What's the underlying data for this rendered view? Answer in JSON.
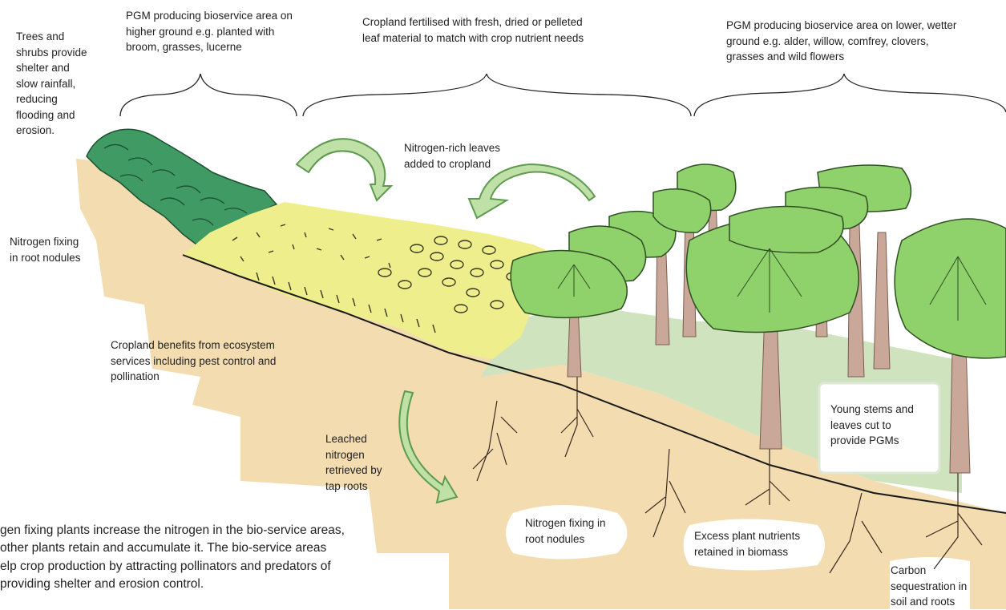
{
  "colors": {
    "soil": "#f2dcb0",
    "dark_hedge": "#3f9b63",
    "crop": "#eeef8c",
    "tree_light": "#8fd16a",
    "tree_pale": "#cfe3bf",
    "trunk": "#c9a89a",
    "arrow_fill": "#bfe0a6",
    "arrow_stroke": "#5e9b4f",
    "ink": "#222222"
  },
  "labels": {
    "trees_shelter": [
      "Trees and",
      "shrubs provide",
      "shelter and",
      "slow  rainfall,",
      "reducing",
      "flooding and",
      "erosion."
    ],
    "pgm_higher": [
      "PGM producing bioservice area on",
      "higher ground e.g. planted with",
      "broom, grasses, lucerne"
    ],
    "cropland_fertilised": [
      "Cropland fertilised with fresh, dried or pelleted",
      "leaf material to match with crop nutrient needs"
    ],
    "pgm_lower": [
      "PGM  producing bioservice area on lower, wetter",
      "ground e.g. alder, willow, comfrey, clovers,",
      "grasses and wild flowers"
    ],
    "nitrogen_rich": [
      "Nitrogen-rich leaves",
      "added to cropland"
    ],
    "nitrogen_fixing_left": [
      "Nitrogen fixing",
      "in root nodules"
    ],
    "cropland_benefits": [
      "Cropland benefits from ecosystem",
      "services including pest control and",
      "pollination"
    ],
    "leached": [
      "Leached",
      "nitrogen",
      "retrieved by",
      "tap roots"
    ],
    "young_stems": [
      "Young stems and",
      "leaves cut to",
      "provide PGMs"
    ],
    "nitrogen_fixing_bottom": [
      "Nitrogen fixing in",
      "root nodules"
    ],
    "excess_nutrients": [
      "Excess plant nutrients",
      "retained in biomass"
    ],
    "carbon": [
      "Carbon",
      "sequestration in",
      "soil and roots"
    ],
    "caption": [
      "gen fixing plants increase the nitrogen in the bio-service areas,",
      "other plants retain and accumulate it. The bio-service areas",
      "elp crop production by attracting pollinators and predators of",
      " providing shelter and erosion control."
    ]
  }
}
